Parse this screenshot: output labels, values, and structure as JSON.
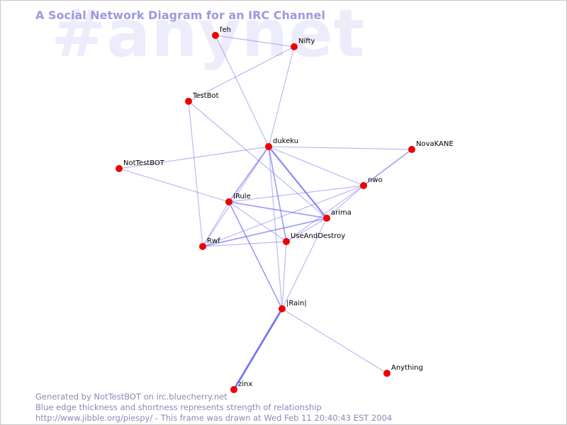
{
  "watermark": "#anynet",
  "title": "A Social Network Diagram for an IRC Channel",
  "footer": {
    "line1": "Generated by NotTestBOT on irc.bluecherry.net",
    "line2": "Blue edge thickness and shortness represents strength of relationship",
    "line3": "http://www.jibble.org/piespy/ - This frame was drawn at Wed Feb 11 20:40:43 EST 2004"
  },
  "colors": {
    "node": "#ee0000",
    "edge": "#6f6ff0",
    "title": "#9a9ade",
    "watermark": "#ececfb",
    "footer": "#8a8ab8"
  },
  "nodes": [
    {
      "id": "feh",
      "label": "feh"
    },
    {
      "id": "Nifty",
      "label": "Nifty"
    },
    {
      "id": "TestBot",
      "label": "TestBot"
    },
    {
      "id": "dukeku",
      "label": "dukeku"
    },
    {
      "id": "NovaKANE",
      "label": "NovaKANE"
    },
    {
      "id": "NotTestBOT",
      "label": "NotTestBOT"
    },
    {
      "id": "nwo",
      "label": "nwo"
    },
    {
      "id": "IRule",
      "label": "IRule"
    },
    {
      "id": "arima",
      "label": "arima"
    },
    {
      "id": "Rwf",
      "label": "Rwf"
    },
    {
      "id": "UseAndDestroy",
      "label": "UseAndDestroy"
    },
    {
      "id": "Rain",
      "label": "|Rain|"
    },
    {
      "id": "Anything",
      "label": "Anything"
    },
    {
      "id": "zinx",
      "label": "zinx"
    }
  ],
  "edges": [
    {
      "source": "feh",
      "target": "Nifty",
      "weight": 1
    },
    {
      "source": "feh",
      "target": "dukeku",
      "weight": 1
    },
    {
      "source": "Nifty",
      "target": "TestBot",
      "weight": 1
    },
    {
      "source": "Nifty",
      "target": "dukeku",
      "weight": 1
    },
    {
      "source": "TestBot",
      "target": "arima",
      "weight": 1
    },
    {
      "source": "TestBot",
      "target": "Rwf",
      "weight": 1
    },
    {
      "source": "NotTestBOT",
      "target": "dukeku",
      "weight": 1
    },
    {
      "source": "NotTestBOT",
      "target": "IRule",
      "weight": 1
    },
    {
      "source": "dukeku",
      "target": "NovaKANE",
      "weight": 1
    },
    {
      "source": "dukeku",
      "target": "nwo",
      "weight": 1
    },
    {
      "source": "dukeku",
      "target": "IRule",
      "weight": 2
    },
    {
      "source": "dukeku",
      "target": "arima",
      "weight": 3
    },
    {
      "source": "dukeku",
      "target": "UseAndDestroy",
      "weight": 2
    },
    {
      "source": "dukeku",
      "target": "Rwf",
      "weight": 1
    },
    {
      "source": "dukeku",
      "target": "Rain",
      "weight": 1
    },
    {
      "source": "NovaKANE",
      "target": "nwo",
      "weight": 2
    },
    {
      "source": "nwo",
      "target": "IRule",
      "weight": 1
    },
    {
      "source": "nwo",
      "target": "arima",
      "weight": 1
    },
    {
      "source": "nwo",
      "target": "UseAndDestroy",
      "weight": 1
    },
    {
      "source": "nwo",
      "target": "Rwf",
      "weight": 1
    },
    {
      "source": "IRule",
      "target": "arima",
      "weight": 2
    },
    {
      "source": "IRule",
      "target": "UseAndDestroy",
      "weight": 1
    },
    {
      "source": "IRule",
      "target": "Rwf",
      "weight": 1
    },
    {
      "source": "IRule",
      "target": "Rain",
      "weight": 2
    },
    {
      "source": "arima",
      "target": "Rwf",
      "weight": 2
    },
    {
      "source": "arima",
      "target": "UseAndDestroy",
      "weight": 1
    },
    {
      "source": "arima",
      "target": "Rain",
      "weight": 1
    },
    {
      "source": "Rwf",
      "target": "UseAndDestroy",
      "weight": 1
    },
    {
      "source": "UseAndDestroy",
      "target": "Rain",
      "weight": 1
    },
    {
      "source": "Rain",
      "target": "zinx",
      "weight": 4
    },
    {
      "source": "Rain",
      "target": "Anything",
      "weight": 1
    }
  ]
}
